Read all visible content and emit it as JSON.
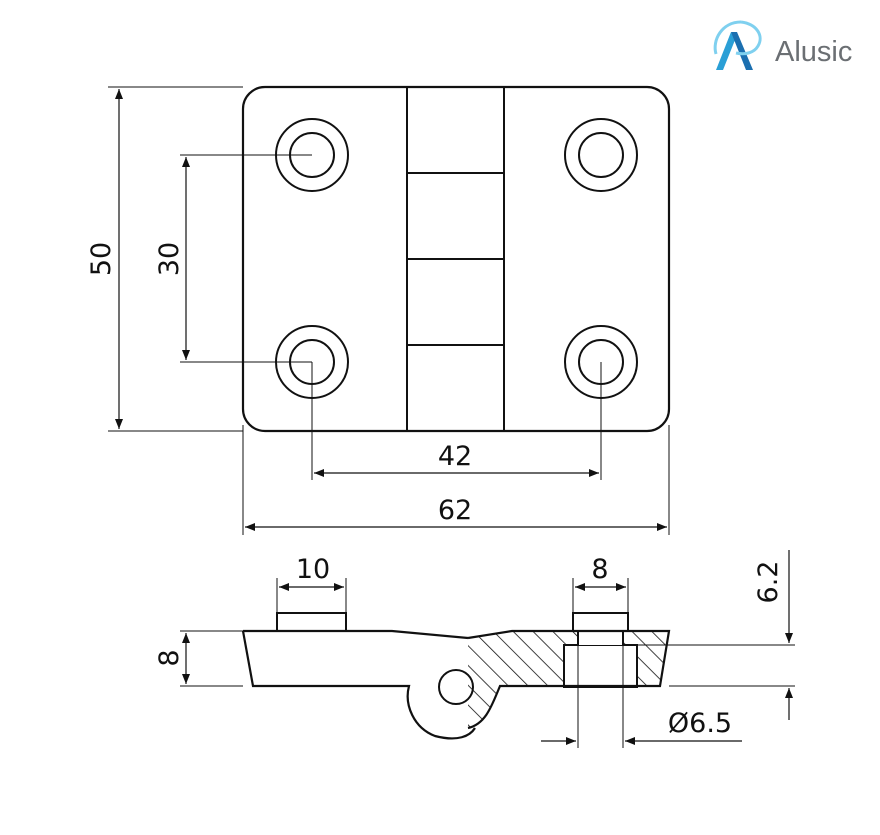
{
  "brand": {
    "name": "Alusic",
    "logo_letter": "A",
    "icon": "alusic-logo-icon",
    "colors": {
      "light_blue": "#7fd0ef",
      "blue": "#2a9fd6",
      "dark_blue": "#1b6fb0",
      "text": "#6b6f73"
    }
  },
  "dimensions": {
    "height_total": "50",
    "hole_spacing_vertical": "30",
    "hole_spacing_horizontal": "42",
    "width_total": "62",
    "counterbore_width": "10",
    "hole_width": "8",
    "leaf_thickness": "8",
    "depth": "6.2",
    "hole_diameter": "Ø6.5"
  }
}
